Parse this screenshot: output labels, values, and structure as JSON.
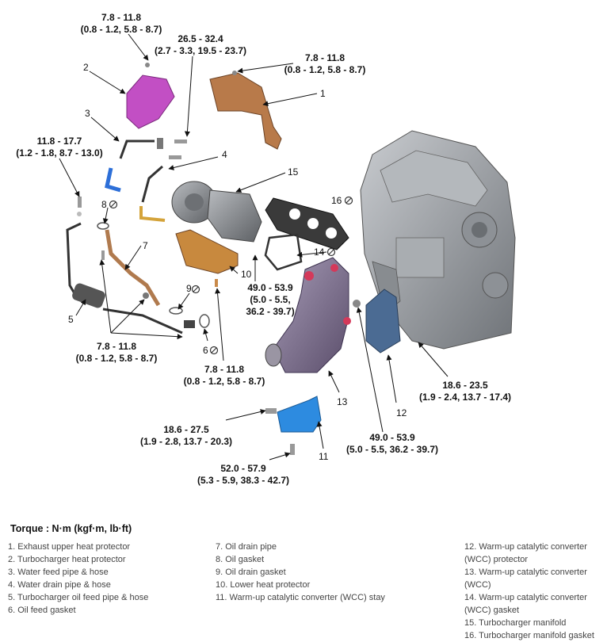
{
  "torques": {
    "t1": {
      "l1": "7.8 - 11.8",
      "l2": "(0.8 - 1.2, 5.8 - 8.7)"
    },
    "t2": {
      "l1": "26.5 - 32.4",
      "l2": "(2.7 - 3.3, 19.5 - 23.7)"
    },
    "t3": {
      "l1": "7.8 - 11.8",
      "l2": "(0.8 - 1.2, 5.8 - 8.7)"
    },
    "t4": {
      "l1": "11.8 - 17.7",
      "l2": "(1.2 - 1.8, 8.7 - 13.0)"
    },
    "t5": {
      "l1": "7.8 - 11.8",
      "l2": "(0.8 - 1.2, 5.8 - 8.7)"
    },
    "t6": {
      "l1": "49.0 - 53.9",
      "l2": "(5.0 - 5.5,",
      "l3": "36.2 - 39.7)"
    },
    "t7": {
      "l1": "7.8 - 11.8",
      "l2": "(0.8 - 1.2, 5.8 - 8.7)"
    },
    "t8": {
      "l1": "18.6 - 23.5",
      "l2": "(1.9 - 2.4, 13.7 - 17.4)"
    },
    "t9": {
      "l1": "18.6 - 27.5",
      "l2": "(1.9 - 2.8, 13.7 - 20.3)"
    },
    "t10": {
      "l1": "49.0 - 53.9",
      "l2": "(5.0 - 5.5, 36.2 - 39.7)"
    },
    "t11": {
      "l1": "52.0 - 57.9",
      "l2": "(5.3 - 5.9, 38.3 - 42.7)"
    }
  },
  "callouts": {
    "c1": "1",
    "c2": "2",
    "c3": "3",
    "c4": "4",
    "c5": "5",
    "c6": "6",
    "c7": "7",
    "c8": "8",
    "c9": "9",
    "c10": "10",
    "c11": "11",
    "c12": "12",
    "c13": "13",
    "c14": "14",
    "c15": "15",
    "c16": "16"
  },
  "legend": {
    "title": "Torque : N·m (kgf·m, lb·ft)",
    "col1": [
      "1. Exhaust upper heat protector",
      "2. Turbocharger heat protector",
      "3. Water feed pipe & hose",
      "4. Water drain pipe & hose",
      "5. Turbocharger oil feed pipe & hose",
      "6. Oil feed gasket"
    ],
    "col2": [
      "7. Oil drain pipe",
      "8. Oil gasket",
      "9. Oil drain gasket",
      "10. Lower heat protector",
      "11. Warm-up catalytic converter (WCC) stay"
    ],
    "col3": [
      "12. Warm-up catalytic converter (WCC) protector",
      "13. Warm-up catalytic converter (WCC)",
      "14. Warm-up catalytic converter (WCC) gasket",
      "15. Turbocharger manifold",
      "16. Turbocharger manifold gasket"
    ]
  },
  "colors": {
    "magenta_part": "#c24fc4",
    "copper_part": "#b87a4a",
    "blue_part": "#2d6fd8",
    "engine": "#9a9ea3",
    "converter": "#7a6a8a"
  }
}
